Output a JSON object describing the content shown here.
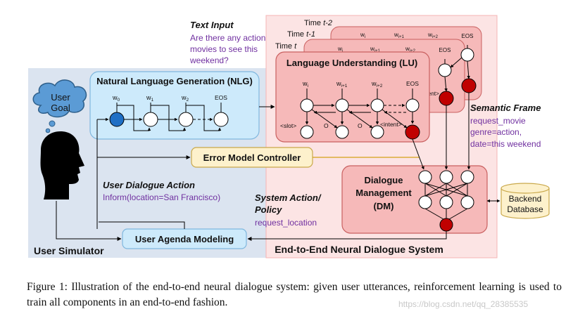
{
  "diagram": {
    "user_simulator": {
      "label": "User Simulator"
    },
    "user_goal": {
      "line1": "User",
      "line2": "Goal"
    },
    "nlg": {
      "title": "Natural Language Generation (NLG)",
      "w0": "w",
      "w0_sub": "0",
      "w1": "w",
      "w1_sub": "1",
      "w2": "w",
      "w2_sub": "2",
      "eos": "EOS"
    },
    "text_input": {
      "title": "Text Input",
      "line1": "Are there any action",
      "line2": "movies to see this",
      "line3": "weekend?"
    },
    "times": {
      "t2": "Time ",
      "t2_var": "t-2",
      "t1": "Time ",
      "t1_var": "t-1",
      "t0": "Time ",
      "t0_var": "t"
    },
    "lu": {
      "title": "Language Understanding (LU)",
      "wi": "w",
      "wi_sub": "i",
      "wi1": "w",
      "wi1_sub": "i+1",
      "wi2": "w",
      "wi2_sub": "i+2",
      "eos": "EOS",
      "slot": "<slot>",
      "o1": "O",
      "o2": "O",
      "intent": "<intent>",
      "back_wi": "w",
      "back_wi_sub": "i",
      "back_wi1": "w",
      "back_wi1_sub": "i+1",
      "back_wi2": "w",
      "back_wi2_sub": "i+2",
      "back_eos": "EOS",
      "back_eos2": "EOS",
      "back_intent_frag": "ent>"
    },
    "semantic_frame": {
      "title": "Semantic Frame",
      "line1": "request_movie",
      "line2": "genre=action,",
      "line3": "date=this weekend"
    },
    "error_model": {
      "label": "Error Model Controller"
    },
    "dm": {
      "line1": "Dialogue",
      "line2": "Management",
      "line3": "(DM)"
    },
    "backend": {
      "line1": "Backend",
      "line2": "Database"
    },
    "user_dialogue_action": {
      "title": "User Dialogue Action",
      "value": "Inform(location=San Francisco)"
    },
    "system_action": {
      "title1": "System Action/",
      "title2": "Policy",
      "value": "request_location"
    },
    "user_agenda": {
      "label": "User Agenda Modeling"
    },
    "e2e_system": {
      "label": "End-to-End Neural Dialogue System"
    }
  },
  "caption": {
    "text": "Figure 1: Illustration of the end-to-end neural dialogue system: given user utterances, reinforcement learning is used to train all components in an end-to-end fashion."
  },
  "watermark": {
    "text": "https://blog.csdn.net/qq_28385535"
  },
  "colors": {
    "user_sim_bg": "#dbe4f0",
    "e2e_bg": "#fce4e4",
    "lu_box": "#f6b9b9",
    "nlg_box": "#cdeafb",
    "error_box": "#fdf1cc",
    "dm_box": "#f6b9b9",
    "node_red": "#c00000",
    "node_blue": "#1f6fc5",
    "purple_text": "#7030a0",
    "gold_line": "#d4a017",
    "cloud_blue": "#5b9bd5"
  }
}
